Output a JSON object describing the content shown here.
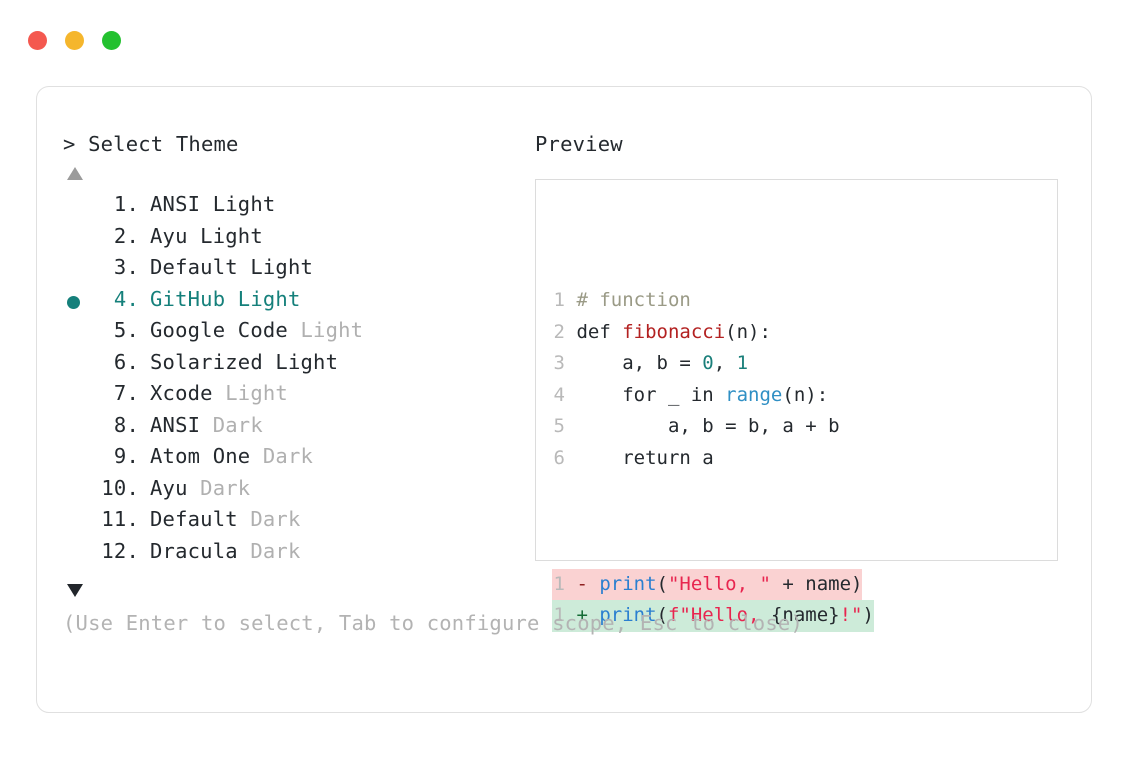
{
  "window": {
    "traffic_lights": [
      {
        "name": "close-button",
        "color": "#F4584F"
      },
      {
        "name": "minimize-button",
        "color": "#F5B62C"
      },
      {
        "name": "maximize-button",
        "color": "#23C12F"
      }
    ]
  },
  "left_pane": {
    "prompt": "> Select Theme",
    "scroll_up_icon": "triangle-up-icon",
    "scroll_down_icon": "triangle-down-icon",
    "selected_index": 4,
    "selected_color": "#15807B",
    "items": [
      {
        "index": "1.",
        "name": "ANSI Light",
        "variant": "",
        "selected": false
      },
      {
        "index": "2.",
        "name": "Ayu Light",
        "variant": "",
        "selected": false
      },
      {
        "index": "3.",
        "name": "Default Light",
        "variant": "",
        "selected": false
      },
      {
        "index": "4.",
        "name": "GitHub Light",
        "variant": "",
        "selected": true
      },
      {
        "index": "5.",
        "name": "Google Code",
        "variant": "Light",
        "selected": false
      },
      {
        "index": "6.",
        "name": "Solarized Light",
        "variant": "",
        "selected": false
      },
      {
        "index": "7.",
        "name": "Xcode",
        "variant": "Light",
        "selected": false
      },
      {
        "index": "8.",
        "name": "ANSI",
        "variant": "Dark",
        "selected": false
      },
      {
        "index": "9.",
        "name": "Atom One",
        "variant": "Dark",
        "selected": false
      },
      {
        "index": "10.",
        "name": "Ayu",
        "variant": "Dark",
        "selected": false
      },
      {
        "index": "11.",
        "name": "Default",
        "variant": "Dark",
        "selected": false
      },
      {
        "index": "12.",
        "name": "Dracula",
        "variant": "Dark",
        "selected": false
      }
    ]
  },
  "right_pane": {
    "title": "Preview",
    "code_lines": [
      {
        "number": "1",
        "tokens": [
          {
            "t": "# function",
            "c": "comment"
          }
        ]
      },
      {
        "number": "2",
        "tokens": [
          {
            "t": "def ",
            "c": "plain"
          },
          {
            "t": "fibonacci",
            "c": "func"
          },
          {
            "t": "(n):",
            "c": "plain"
          }
        ]
      },
      {
        "number": "3",
        "tokens": [
          {
            "t": "    a, b = ",
            "c": "plain"
          },
          {
            "t": "0",
            "c": "num"
          },
          {
            "t": ", ",
            "c": "plain"
          },
          {
            "t": "1",
            "c": "num"
          }
        ]
      },
      {
        "number": "4",
        "tokens": [
          {
            "t": "    for _ in ",
            "c": "plain"
          },
          {
            "t": "range",
            "c": "builtin"
          },
          {
            "t": "(n):",
            "c": "plain"
          }
        ]
      },
      {
        "number": "5",
        "tokens": [
          {
            "t": "        a, b = b, a + b",
            "c": "plain"
          }
        ]
      },
      {
        "number": "6",
        "tokens": [
          {
            "t": "    return a",
            "c": "plain"
          }
        ]
      }
    ],
    "diff_lines": [
      {
        "number": "1",
        "kind": "del",
        "marker": "-",
        "tokens": [
          {
            "t": "print",
            "c": "call"
          },
          {
            "t": "(",
            "c": "plain"
          },
          {
            "t": "\"Hello, \"",
            "c": "str"
          },
          {
            "t": " + name)",
            "c": "plain"
          }
        ]
      },
      {
        "number": "1",
        "kind": "add",
        "marker": "+",
        "tokens": [
          {
            "t": "print",
            "c": "call"
          },
          {
            "t": "(",
            "c": "plain"
          },
          {
            "t": "f\"Hello, ",
            "c": "str"
          },
          {
            "t": "{name}",
            "c": "plain"
          },
          {
            "t": "!\"",
            "c": "str"
          },
          {
            "t": ")",
            "c": "plain"
          }
        ]
      }
    ],
    "diff_colors": {
      "deleted_bg": "#FAD2D2",
      "added_bg": "#CDEBD9"
    }
  },
  "footer": {
    "hint": "(Use Enter to select, Tab to configure scope, Esc to close)"
  }
}
